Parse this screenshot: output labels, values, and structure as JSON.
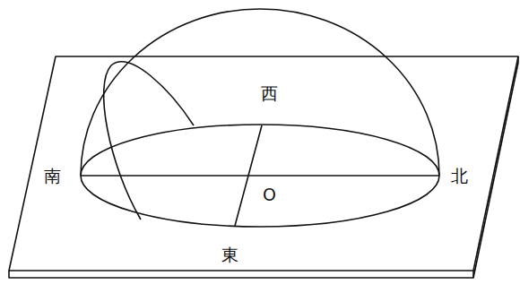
{
  "diagram": {
    "labels": [
      "西",
      "南",
      "O",
      "北",
      "東"
    ]
  }
}
